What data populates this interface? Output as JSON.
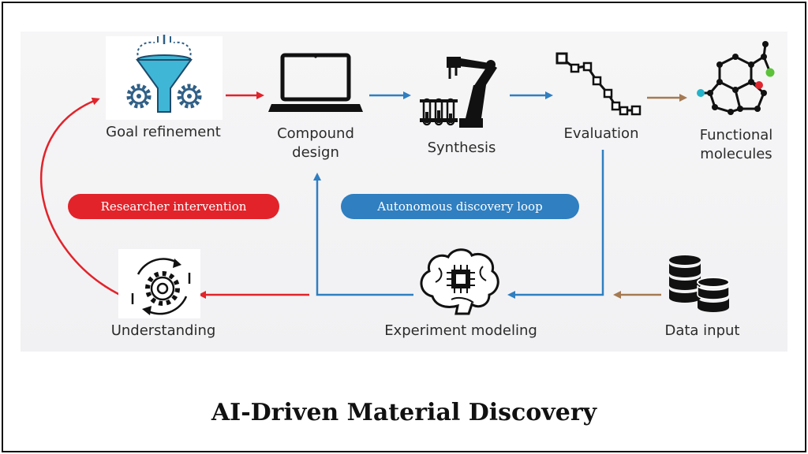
{
  "title": "AI-Driven Material Discovery",
  "nodes": {
    "goal_refinement": "Goal refinement",
    "compound_design": "Compound\ndesign",
    "synthesis": "Synthesis",
    "evaluation": "Evaluation",
    "functional_molecules": "Functional\nmolecules",
    "understanding": "Understanding",
    "experiment_modeling": "Experiment modeling",
    "data_input": "Data input"
  },
  "loops": {
    "researcher_intervention": "Researcher intervention",
    "autonomous_discovery": "Autonomous discovery loop"
  },
  "colors": {
    "researcher": "#e2232a",
    "autonomous": "#2f7fc1",
    "data_flow": "#a57a52",
    "icon": "#111111",
    "gear_blue": "#2f5f86",
    "funnel_cyan": "#3fb6d6"
  },
  "icons": {
    "goal_refinement": "funnel-gears-icon",
    "compound_design": "laptop-icon",
    "synthesis": "robot-arm-test-tubes-icon",
    "evaluation": "line-plot-icon",
    "functional_molecules": "molecule-icon",
    "understanding": "gear-cycle-icon",
    "experiment_modeling": "brain-chip-icon",
    "data_input": "database-icon"
  }
}
